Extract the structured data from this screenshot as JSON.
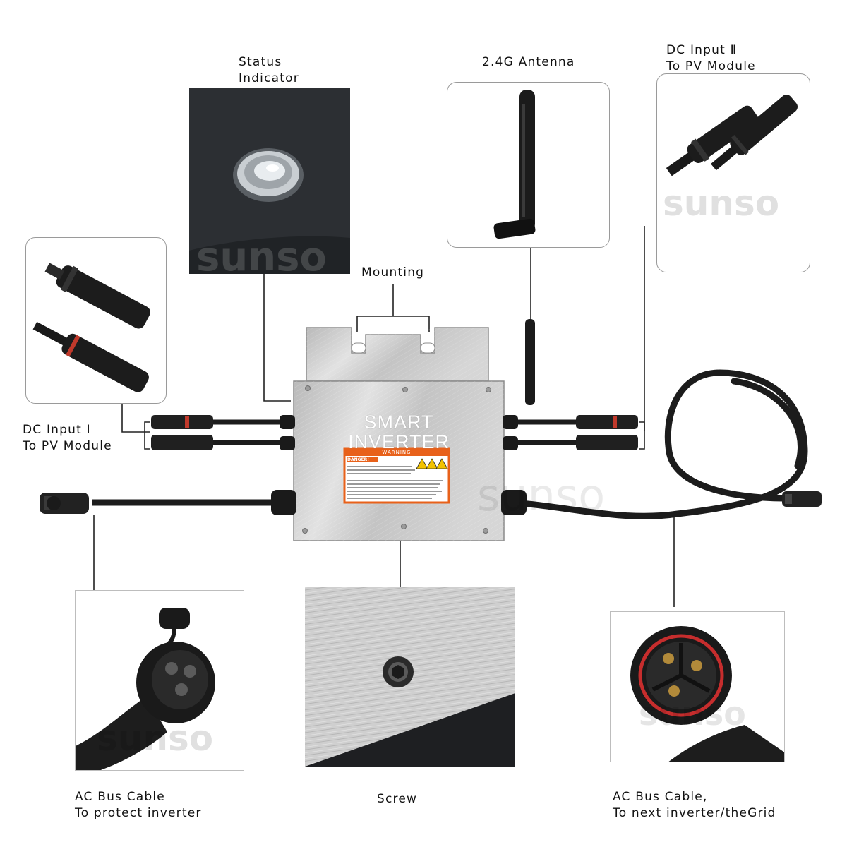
{
  "labels": {
    "status_indicator": [
      "Status",
      "Indicator"
    ],
    "antenna": [
      "2.4G Antenna"
    ],
    "dc_input_2": [
      "DC Input Ⅱ",
      "To PV Module"
    ],
    "mounting": [
      "Mounting"
    ],
    "dc_input_1": [
      "DC Input Ⅰ",
      "To PV Module"
    ],
    "ac_bus_protect": [
      "AC Bus Cable",
      "To protect inverter"
    ],
    "screw": [
      "Screw"
    ],
    "ac_bus_next": [
      "AC Bus Cable,",
      "To next inverter/theGrid"
    ]
  },
  "device": {
    "brand_line1": "SMART",
    "brand_line2": "INVERTER",
    "warning_header": "WARNING",
    "danger_text": "DANGER!"
  },
  "watermark": "sunso",
  "colors": {
    "inverter_silver": "#c9c9c9",
    "cable_black": "#1a1a1a",
    "warning_orange": "#e8611a",
    "callout_line": "#222222"
  }
}
